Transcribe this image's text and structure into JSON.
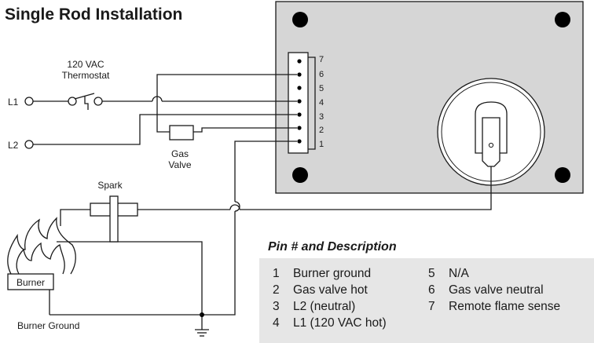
{
  "title": "Single Rod Installation",
  "labels": {
    "l1": "L1",
    "l2": "L2",
    "thermostat_line1": "120 VAC",
    "thermostat_line2": "Thermostat",
    "gas_valve_line1": "Gas",
    "gas_valve_line2": "Valve",
    "spark": "Spark",
    "burner": "Burner",
    "burner_ground": "Burner Ground"
  },
  "terminal_pins": [
    "7",
    "6",
    "5",
    "4",
    "3",
    "2",
    "1"
  ],
  "pin_table": {
    "heading": "Pin # and Description",
    "rows": [
      {
        "num": "1",
        "desc": "Burner ground"
      },
      {
        "num": "2",
        "desc": "Gas valve hot"
      },
      {
        "num": "3",
        "desc": "L2 (neutral)"
      },
      {
        "num": "4",
        "desc": "L1 (120 VAC hot)"
      },
      {
        "num": "5",
        "desc": "N/A"
      },
      {
        "num": "6",
        "desc": "Gas valve neutral"
      },
      {
        "num": "7",
        "desc": "Remote flame sense"
      }
    ]
  },
  "colors": {
    "panel": "#d6d6d6",
    "table_bg": "#e6e6e6",
    "ink": "#1a1a1a"
  }
}
